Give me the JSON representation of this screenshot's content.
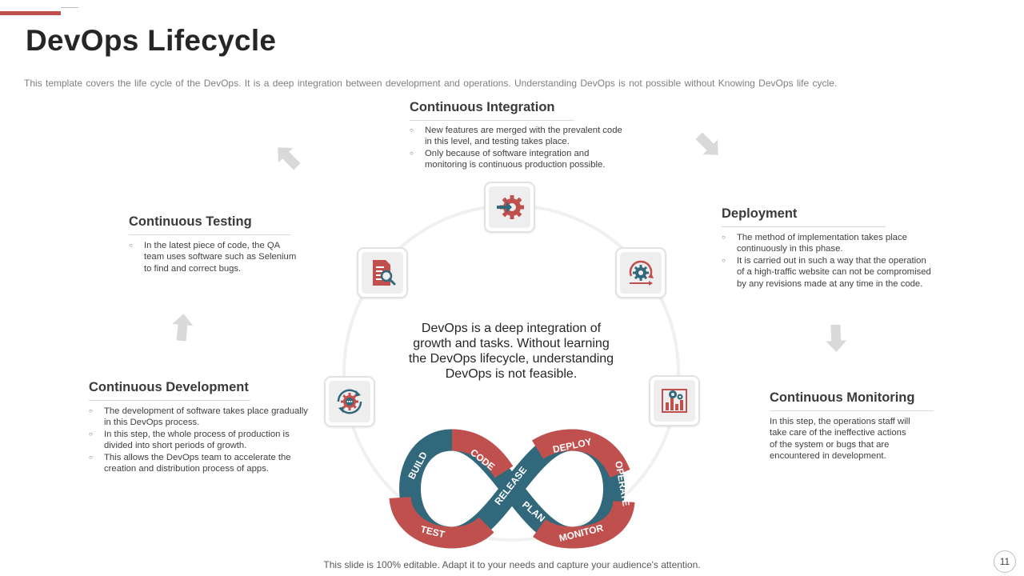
{
  "title": "DevOps Lifecycle",
  "subtitle": "This template covers the life cycle of the DevOps. It is a deep integration between development and operations. Understanding DevOps is not possible without Knowing DevOps life cycle.",
  "center_text": "DevOps is a deep integration of growth and tasks. Without learning the DevOps lifecycle, understanding DevOps is not feasible.",
  "footer": "This slide is 100% editable. Adapt it to your needs and capture your audience's attention.",
  "page_number": "11",
  "colors": {
    "red": "#c0504d",
    "teal": "#31687b",
    "arrow_gray": "#d9d9d9",
    "accent": "#c0504d"
  },
  "phases": {
    "integration": {
      "heading": "Continuous Integration",
      "bullets": [
        "New features are merged with the prevalent code in this level, and testing takes place.",
        "Only because of software integration and monitoring is continuous production possible."
      ],
      "icon": "gear-arrow-icon"
    },
    "deployment": {
      "heading": "Deployment",
      "bullets": [
        "The method of implementation takes place continuously in this phase.",
        "It is carried out in such a way that the operation of a high-traffic website can not be compromised by any revisions made at any time in the code."
      ],
      "icon": "gear-cycle-icon"
    },
    "monitoring": {
      "heading": "Continuous  Monitoring",
      "text": "In this step, the operations staff will take care of the ineffective actions of the system or bugs that are encountered in development.",
      "icon": "chart-gear-icon"
    },
    "development": {
      "heading": "Continuous Development",
      "bullets": [
        "The development of software takes place gradually in this DevOps process.",
        "In this step, the whole process of production is divided into short periods of growth.",
        "This allows the DevOps team to accelerate the creation and distribution process of apps."
      ],
      "icon": "gear-cycle-dots-icon"
    },
    "testing": {
      "heading": "Continuous Testing",
      "bullets": [
        "In the latest piece of code, the QA team uses software such as Selenium to find and correct bugs."
      ],
      "icon": "document-search-icon"
    }
  },
  "loop_labels": {
    "build": "BUILD",
    "code": "CODE",
    "test": "TEST",
    "release": "RELEASE",
    "plan": "PLAN",
    "deploy": "DEPLOY",
    "operate": "OPERATE",
    "monitor": "MONITOR"
  }
}
